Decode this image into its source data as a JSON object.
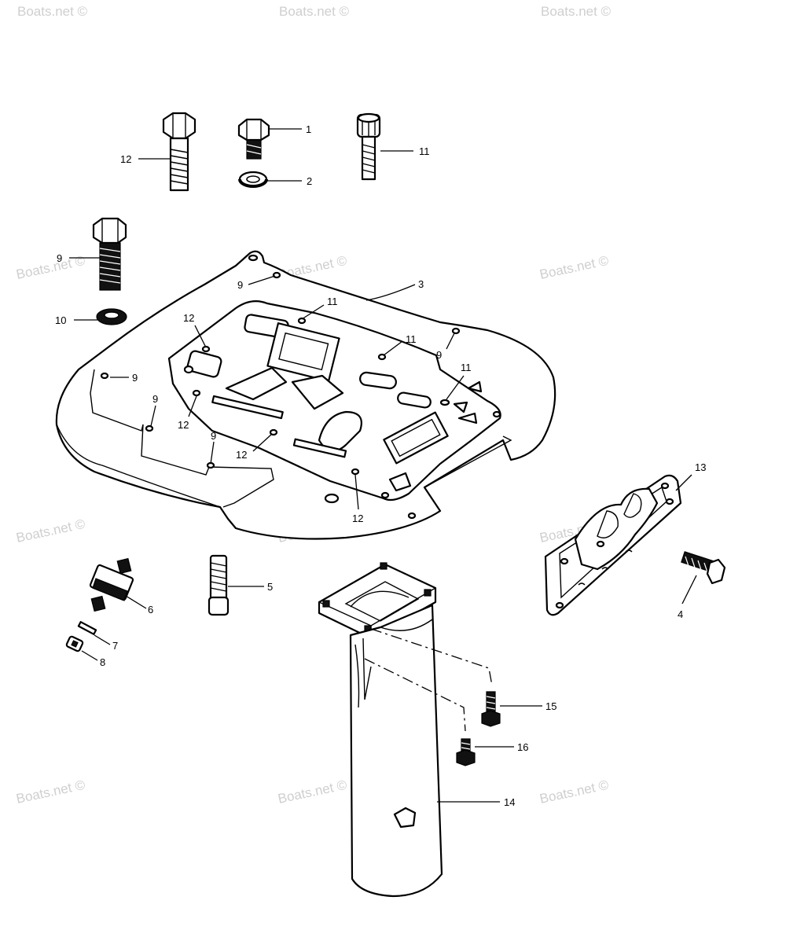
{
  "watermark": "Boats.net ©",
  "callouts": {
    "c1": "1",
    "c2": "2",
    "c3": "3",
    "c4": "4",
    "c5": "5",
    "c6": "6",
    "c7": "7",
    "c8": "8",
    "c9": "9",
    "c10": "10",
    "c11": "11",
    "c12": "12",
    "c13": "13",
    "c14": "14",
    "c15": "15",
    "c16": "16"
  },
  "colors": {
    "line": "#000000",
    "background": "#ffffff",
    "watermark": "#cfcfcf"
  }
}
